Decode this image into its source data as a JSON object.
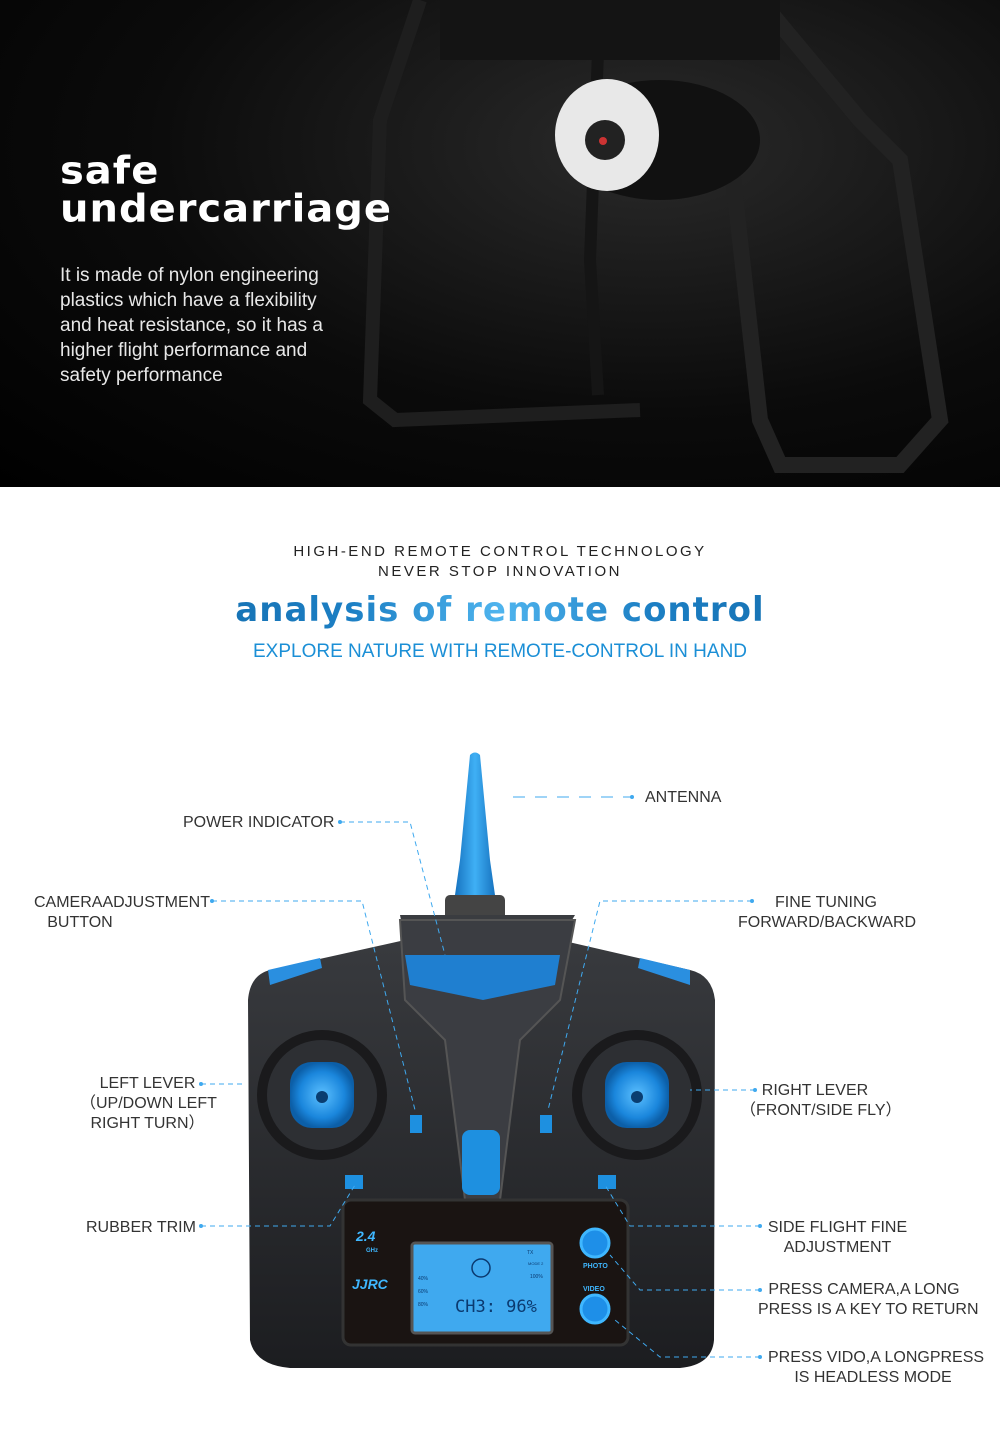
{
  "hero": {
    "title_line1": "safe",
    "title_line2": "undercarriage",
    "description": "It is made of nylon engineering plastics which have a flexibility and heat resistance, so it has a higher flight performance and safety performance"
  },
  "section": {
    "tagline_line1": "HIGH-END REMOTE CONTROL  TECHNOLOGY",
    "tagline_line2": "NEVER STOP INNOVATION",
    "title": "analysis of remote control",
    "subtitle": "EXPLORE NATURE WITH REMOTE-CONTROL IN HAND"
  },
  "callouts": {
    "antenna": "ANTENNA",
    "power_indicator": "POWER INDICATOR",
    "camera_adjust_1": "CAMERAADJUSTMENT",
    "camera_adjust_2": "BUTTON",
    "fine_tuning_1": "FINE TUNING",
    "fine_tuning_2": "FORWARD/BACKWARD",
    "left_lever_1": "LEFT LEVER",
    "left_lever_2": "（UP/DOWN LEFT",
    "left_lever_3": "RIGHT TURN）",
    "right_lever_1": "RIGHT LEVER",
    "right_lever_2": "（FRONT/SIDE FLY）",
    "rubber_trim": "RUBBER TRIM",
    "side_flight_1": "SIDE FLIGHT FINE",
    "side_flight_2": "ADJUSTMENT",
    "press_camera_1": "PRESS CAMERA,A LONG",
    "press_camera_2": "PRESS IS A KEY TO RETURN",
    "press_video_1": "PRESS VIDO,A LONGPRESS",
    "press_video_2": "IS HEADLESS MODE"
  },
  "remote": {
    "freq": "2.4",
    "freq_unit": "GHz",
    "brand": "JJRC",
    "photo": "PHOTO",
    "video": "VIDEO",
    "lcd_readout": "CH3: 96%",
    "lcd_left": [
      "40%",
      "60%",
      "80%"
    ],
    "lcd_tx": "TX",
    "lcd_mode": "MODE 2",
    "lcd_right": "100%"
  },
  "colors": {
    "accent": "#1b8fd6",
    "remote_blue": "#1e90e0",
    "body": "#2a2c30"
  }
}
